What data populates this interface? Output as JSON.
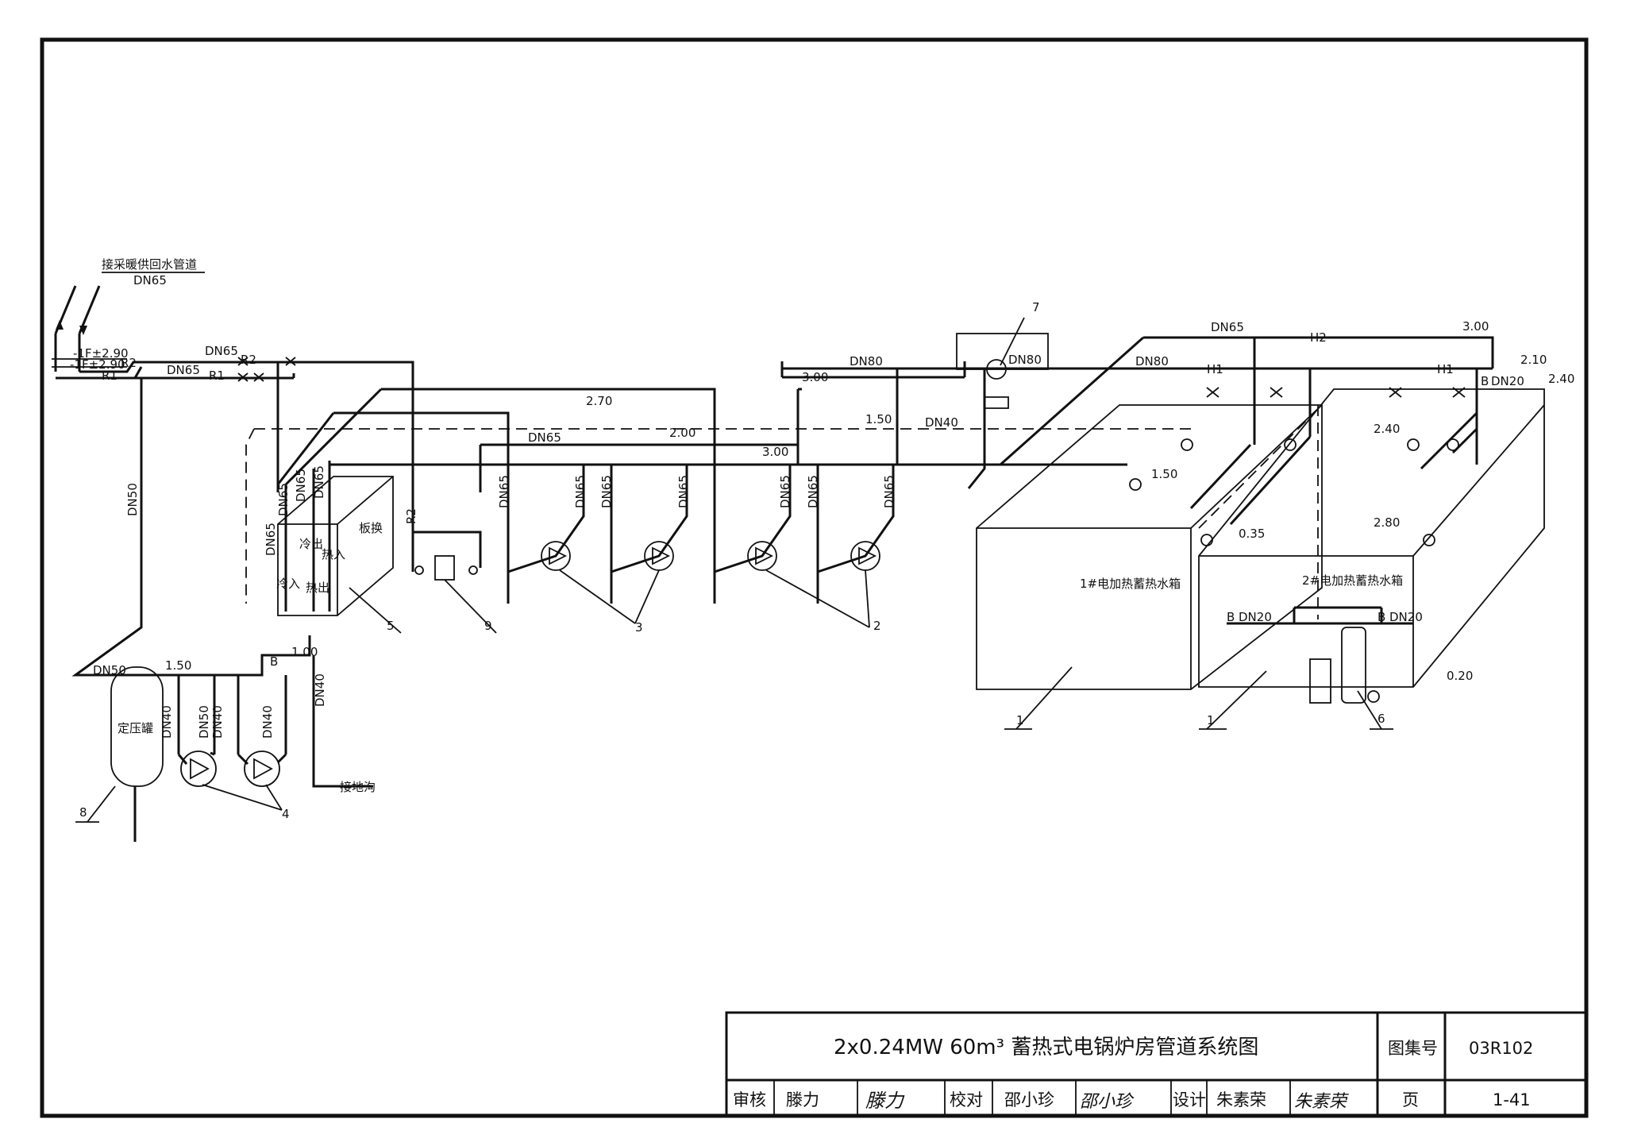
{
  "drawing": {
    "supply_return_note": "接采暖供回水管道",
    "supply_return_dn": "DN65",
    "level_main": "-1F±2.90",
    "level_main2": "-1F±2.90",
    "r1": "R1",
    "r2": "R2",
    "dn65_r2": "DN65",
    "dn65_r1": "DN65",
    "dn50_riser": "DN50",
    "dn80_a": "DN80",
    "dn80_b": "DN80",
    "dn80_c": "DN80",
    "dn65_h2": "DN65",
    "h1_a": "H1",
    "h1_b": "H1",
    "h2": "H2",
    "dn40": "DN40",
    "dn65_header": "DN65",
    "dn20_a": "DN20",
    "dn20_b": "DN20",
    "dn20_c": "DN20",
    "b_a": "B",
    "b_b": "B",
    "b_c": "B",
    "b_d": "B",
    "elev_300_a": "3.00",
    "elev_300_b": "3.00",
    "elev_300_c": "3.00",
    "elev_270": "2.70",
    "elev_200": "2.00",
    "elev_150_a": "1.50",
    "elev_150_b": "1.50",
    "elev_150_c": "1.50",
    "elev_210": "2.10",
    "elev_240_a": "2.40",
    "elev_240_b": "2.40",
    "elev_280": "2.80",
    "elev_035": "0.35",
    "elev_020": "0.20",
    "elev_100": "1.00",
    "branch_dn65": [
      "DN65",
      "DN65",
      "DN65",
      "DN65",
      "DN65",
      "DN65",
      "DN65"
    ],
    "hx_dn65": [
      "DN65",
      "DN65",
      "DN65",
      "DN65"
    ],
    "hx_label": "板换",
    "hx_cold_out": "冷出",
    "hx_cold_in": "冷入",
    "hx_hot_in": "热入",
    "hx_hot_out": "热出",
    "tank1": "1#电加热蓄热水箱",
    "tank2": "2#电加热蓄热水箱",
    "pressure_tank": "定压罐",
    "dn50_p": "DN50",
    "dn40_p": [
      "DN40",
      "DN40",
      "DN40",
      "DN40"
    ],
    "drain_note": "接地沟",
    "callouts": [
      "1",
      "1",
      "2",
      "3",
      "4",
      "5",
      "6",
      "7",
      "8",
      "9"
    ]
  },
  "title_block": {
    "title": "2x0.24MW 60m³ 蓄热式电锅炉房管道系统图",
    "atlas_label": "图集号",
    "atlas_no": "03R102",
    "review_label": "审核",
    "reviewer": "滕力",
    "check_label": "校对",
    "checker": "邵小珍",
    "design_label": "设计",
    "designer": "朱素荣",
    "page_label": "页",
    "page_no": "1-41",
    "sig_review": "滕力",
    "sig_check": "邵小珍",
    "sig_design": "朱素荣"
  }
}
